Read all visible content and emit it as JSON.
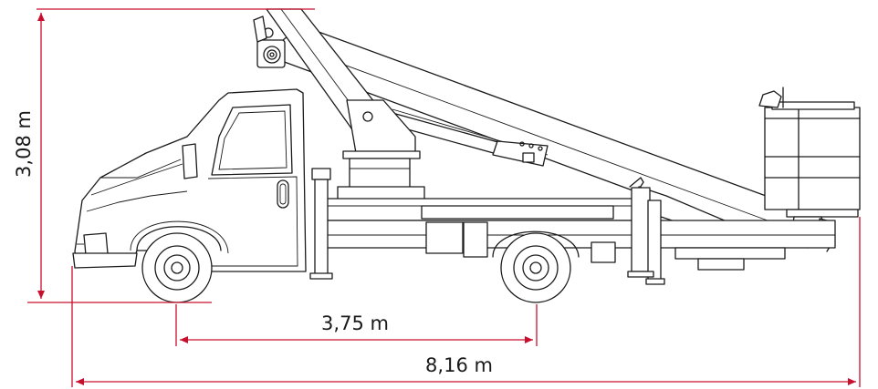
{
  "dimensions": {
    "height": {
      "value": "3,08 m"
    },
    "wheelbase": {
      "value": "3,75 m"
    },
    "length": {
      "value": "8,16 m"
    }
  },
  "colors": {
    "dimension_line": "#c8102e",
    "drawing_line": "#1a1a1a",
    "background": "#ffffff"
  }
}
